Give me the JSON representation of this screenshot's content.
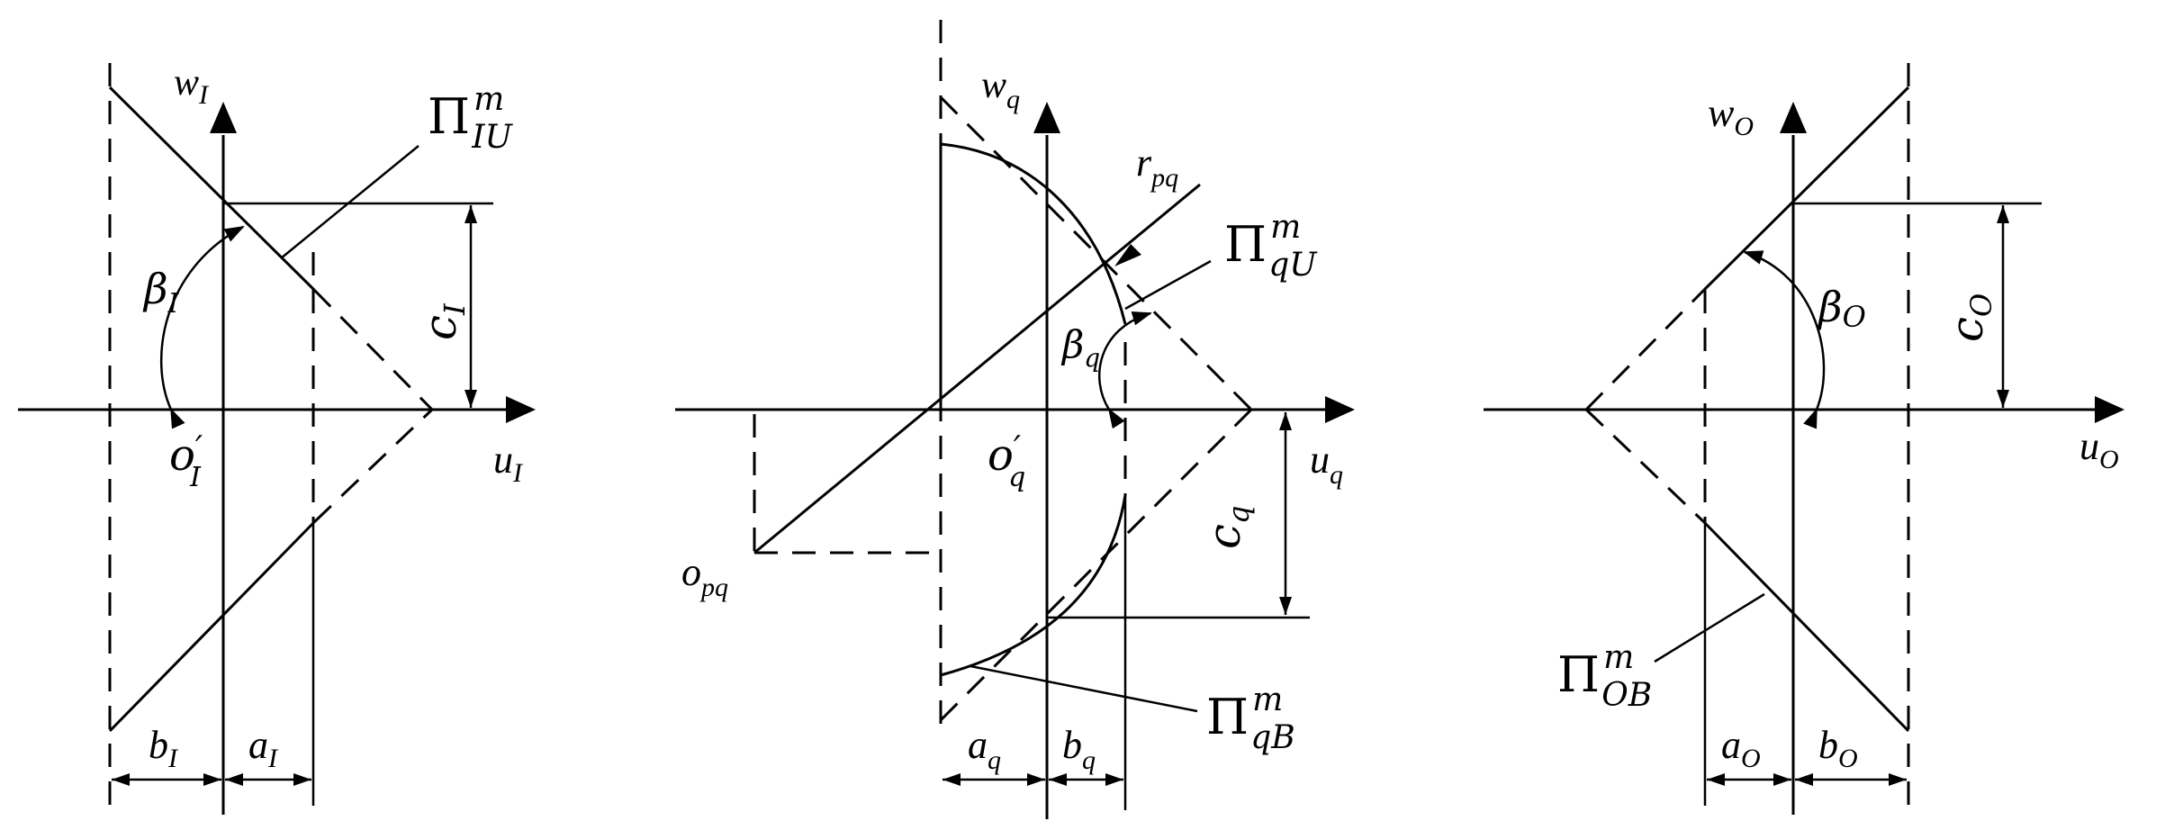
{
  "diagram": {
    "panel_input": {
      "axis_horizontal": {
        "base": "u",
        "sub": "I"
      },
      "axis_vertical": {
        "base": "w",
        "sub": "I"
      },
      "origin": {
        "base": "o",
        "prime": "′",
        "sub": "I"
      },
      "angle": {
        "base": "β",
        "sub": "I"
      },
      "height": {
        "base": "c",
        "sub": "I"
      },
      "width_a": {
        "base": "a",
        "sub": "I"
      },
      "width_b": {
        "base": "b",
        "sub": "I"
      },
      "plane": {
        "base": "Π",
        "sup": "m",
        "sub": "IU"
      }
    },
    "panel_middle": {
      "axis_horizontal": {
        "base": "u",
        "sub": "q"
      },
      "axis_vertical": {
        "base": "w",
        "sub": "q"
      },
      "origin": {
        "base": "o",
        "prime": "′",
        "sub": "q"
      },
      "angle": {
        "base": "β",
        "sub": "q"
      },
      "height": {
        "base": "c",
        "sub": "q"
      },
      "width_a": {
        "base": "a",
        "sub": "q"
      },
      "width_b": {
        "base": "b",
        "sub": "q"
      },
      "radius": {
        "base": "r",
        "sub": "pq"
      },
      "center": {
        "base": "o",
        "sub": "pq"
      },
      "plane_upper": {
        "base": "Π",
        "sup": "m",
        "sub": "qU"
      },
      "plane_lower": {
        "base": "Π",
        "sup": "m",
        "sub": "qB"
      }
    },
    "panel_output": {
      "axis_horizontal": {
        "base": "u",
        "sub": "O"
      },
      "axis_vertical": {
        "base": "w",
        "sub": "O"
      },
      "angle": {
        "base": "β",
        "sub": "O"
      },
      "height": {
        "base": "c",
        "sub": "O"
      },
      "width_a": {
        "base": "a",
        "sub": "O"
      },
      "width_b": {
        "base": "b",
        "sub": "O"
      },
      "plane": {
        "base": "Π",
        "sup": "m",
        "sub": "OB"
      }
    }
  }
}
